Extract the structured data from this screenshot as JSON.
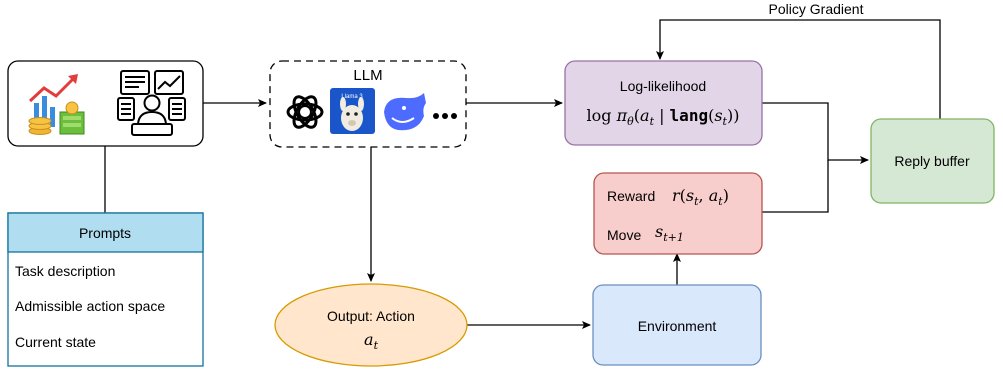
{
  "nodes": {
    "llm": {
      "label": "LLM"
    },
    "loglik": {
      "label": "Log-likelihood",
      "formula": "log πθ(at | lang(st))"
    },
    "buffer": {
      "label": "Reply buffer"
    },
    "reward": {
      "label": "Reward",
      "formula": "r(st, at)"
    },
    "move": {
      "label": "Move",
      "formula": "st+1"
    },
    "environment": {
      "label": "Environment"
    },
    "output": {
      "label": "Output: Action",
      "formula": "at"
    },
    "prompts": {
      "header": "Prompts",
      "items": [
        "Task description",
        "Admissible action space",
        "Current state"
      ]
    }
  },
  "edges": {
    "policy_gradient": "Policy Gradient"
  },
  "icons": [
    "trend-chart-icon",
    "trader-monitors-icon",
    "openai-logo-icon",
    "llama-logo-icon",
    "deepseek-whale-icon",
    "ellipsis-icon"
  ],
  "colors": {
    "loglik_fill": "#e1d5e7",
    "loglik_stroke": "#9673a6",
    "buffer_fill": "#d5e8d4",
    "buffer_stroke": "#82b366",
    "reward_fill": "#f8cecc",
    "reward_stroke": "#b85450",
    "env_fill": "#dae8fc",
    "env_stroke": "#6c8ebf",
    "output_fill": "#ffe6cc",
    "output_stroke": "#d79b00",
    "prompts_header_fill": "#b1ddf0",
    "prompts_stroke": "#10739e"
  }
}
